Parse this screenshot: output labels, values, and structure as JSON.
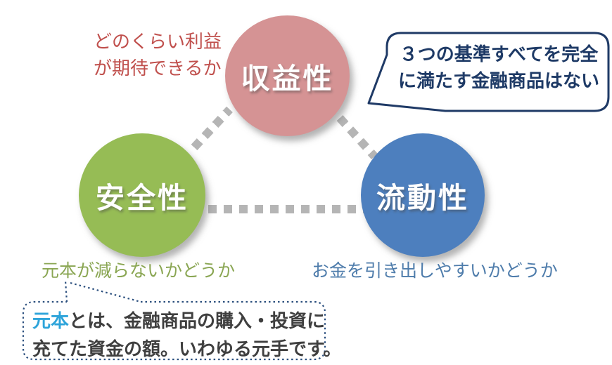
{
  "bubble": {
    "line1": "３つの基準すべてを完全",
    "line2": "に満たす金融商品はない",
    "border_color": "#1f3a66",
    "text_color": "#1e3a66"
  },
  "circles": {
    "profitability": {
      "label": "収益性",
      "color": "#d59394"
    },
    "safety": {
      "label": "安全性",
      "color": "#96bc55"
    },
    "liquidity": {
      "label": "流動性",
      "color": "#4d7fbe"
    }
  },
  "notes": {
    "profitability": {
      "line1": "どのくらい利益",
      "line2": "が期待できるか",
      "color": "#c0504d"
    },
    "safety": {
      "text": "元本が減らないかどうか",
      "color": "#8aa653"
    },
    "liquidity": {
      "text": "お金を引き出しやすいかどうか",
      "color": "#4e7cab"
    }
  },
  "principal_note": {
    "highlight": "元本",
    "line1_rest": "とは、金融商品の購入・投資に",
    "line2": "充てた資金の額。いわゆる元手です。",
    "highlight_color": "#2ea4da",
    "text_color": "#3f3f3f",
    "border_color": "#2b4f7e"
  },
  "connectors": {
    "color": "#b5b5b5"
  }
}
